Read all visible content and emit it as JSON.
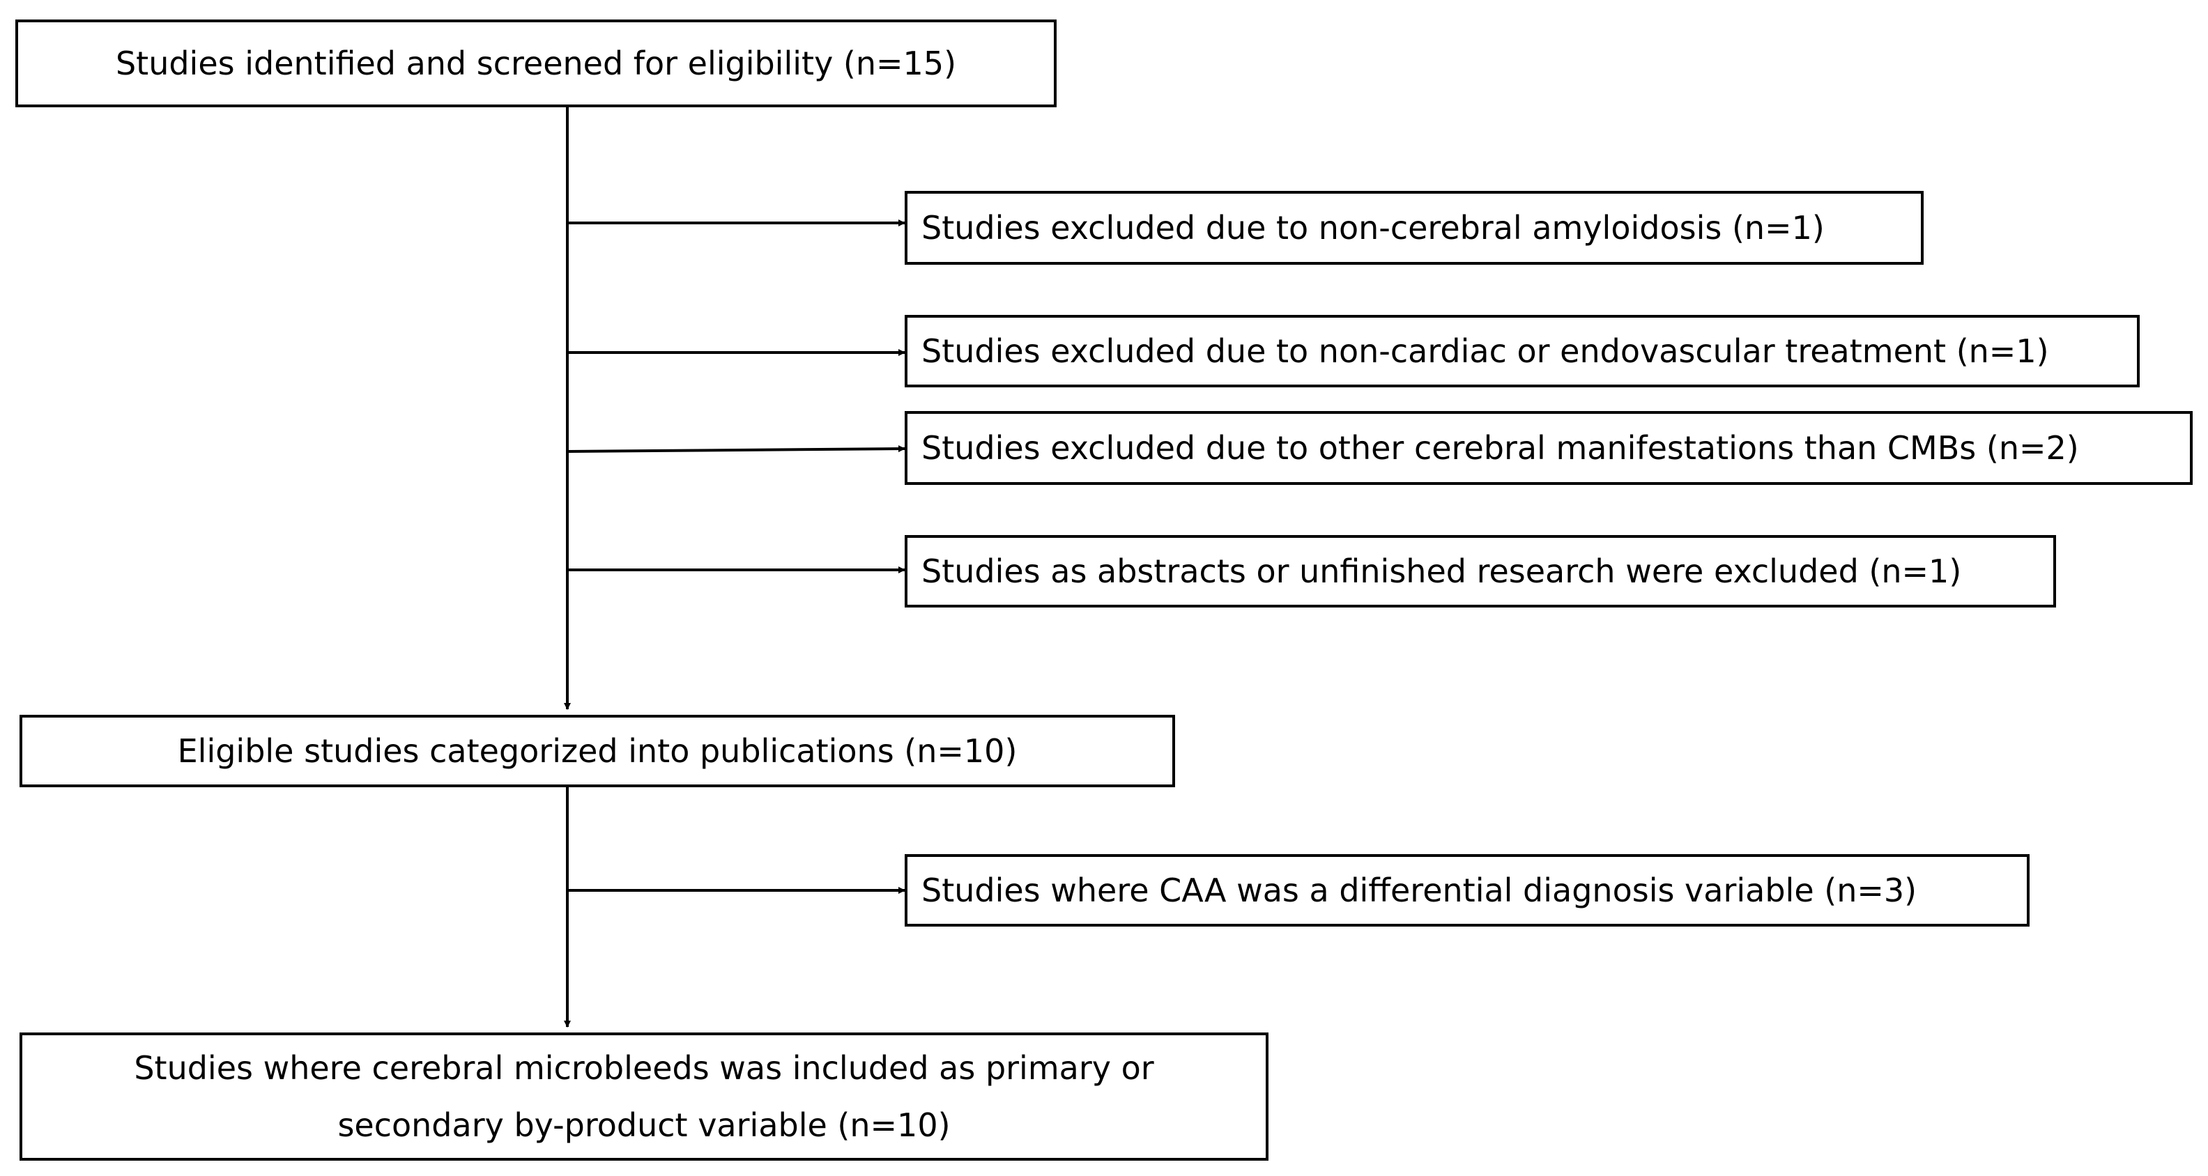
{
  "flowchart": {
    "main_boxes": {
      "identified": "Studies identified and screened for eligibility (n=15)",
      "eligible": "Eligible studies categorized into publications (n=10)",
      "final_line1": "Studies where cerebral microbleeds was included as primary or",
      "final_line2": "secondary by-product variable (n=10)"
    },
    "exclusions": [
      "Studies excluded due to non-cerebral amyloidosis (n=1)",
      "Studies excluded due to non-cardiac or endovascular treatment (n=1)",
      "Studies excluded due to other cerebral manifestations than CMBs (n=2)",
      "Studies as abstracts or unfinished research were excluded (n=1)"
    ],
    "side_note": "Studies where CAA was a differential diagnosis variable (n=3)"
  },
  "colors": {
    "line": "#000000",
    "box_border": "#000000",
    "background": "#ffffff"
  }
}
